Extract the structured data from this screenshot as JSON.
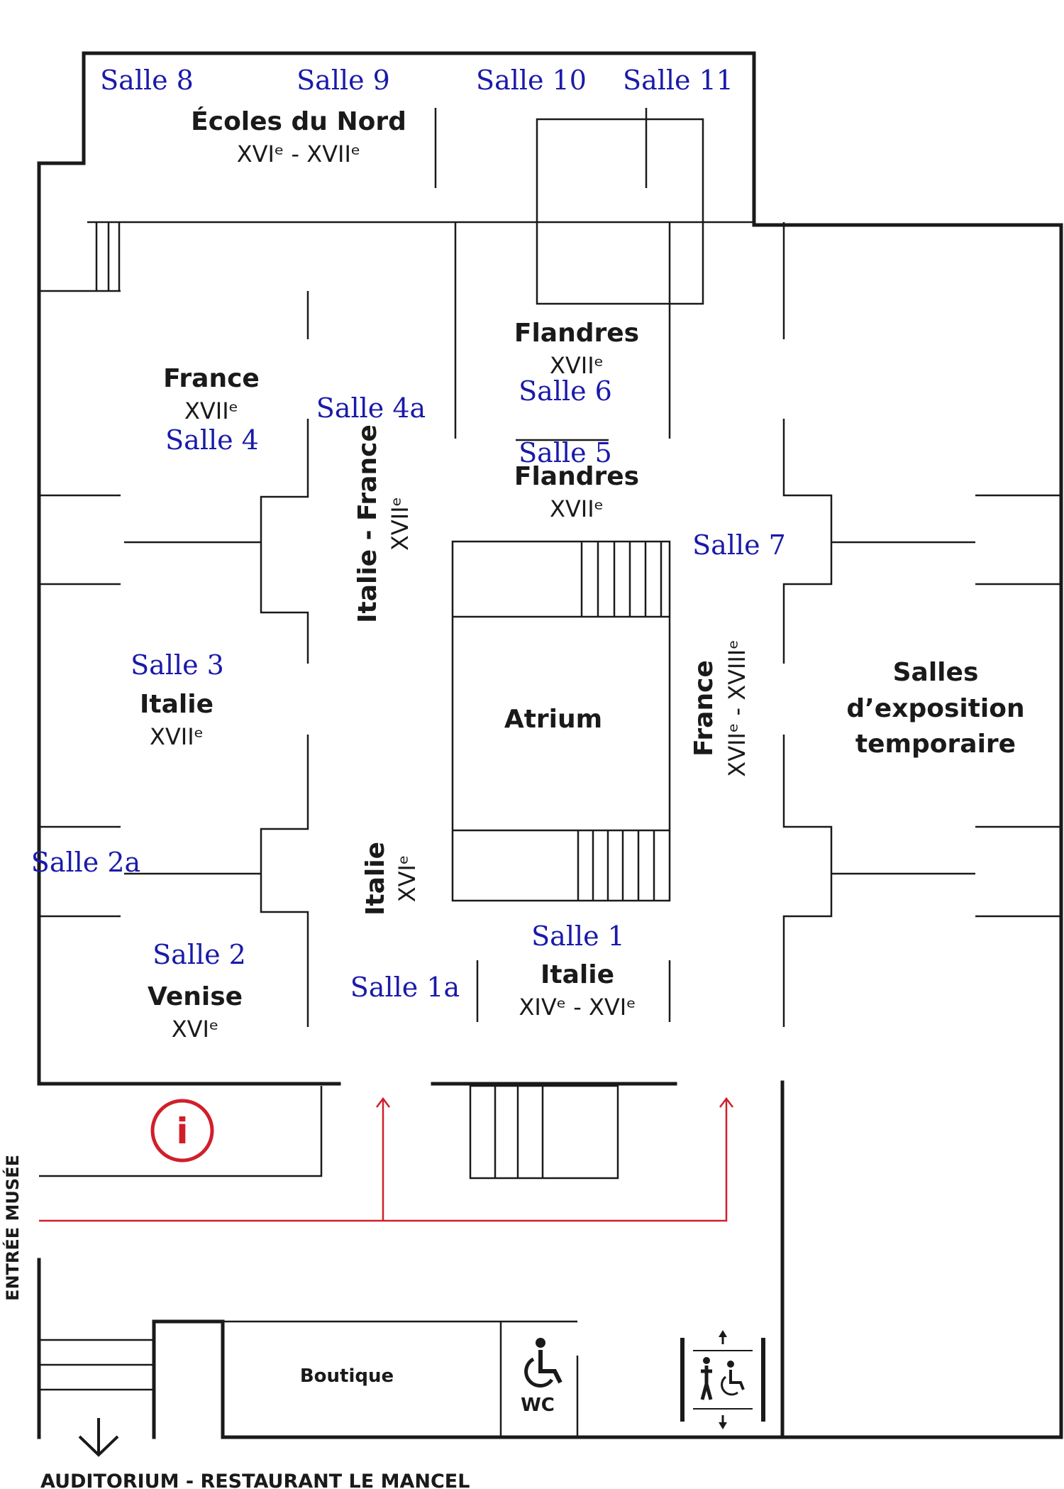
{
  "rooms": {
    "salle_8": "Salle 8",
    "salle_9": "Salle 9",
    "salle_10": "Salle 10",
    "salle_11": "Salle 11",
    "salle_6": "Salle 6",
    "salle_5": "Salle 5",
    "salle_4": "Salle 4",
    "salle_4a": "Salle 4a",
    "salle_7": "Salle 7",
    "salle_3": "Salle 3",
    "salle_2a": "Salle 2a",
    "salle_2": "Salle 2",
    "salle_1a": "Salle 1a",
    "salle_1": "Salle 1"
  },
  "zones": {
    "ecoles_du_nord": {
      "name": "Écoles du Nord",
      "period": "XVIᵉ - XVIIᵉ"
    },
    "flandres_6": {
      "name": "Flandres",
      "period": "XVIIᵉ"
    },
    "flandres_5": {
      "name": "Flandres",
      "period": "XVIIᵉ"
    },
    "france_4": {
      "name": "France",
      "period": "XVIIᵉ"
    },
    "italie_france": {
      "name": "Italie - France",
      "period": "XVIIᵉ"
    },
    "italie_3": {
      "name": "Italie",
      "period": "XVIIᵉ"
    },
    "italie_1a": {
      "name": "Italie",
      "period": "XVIᵉ"
    },
    "italie_1": {
      "name": "Italie",
      "period": "XIVᵉ - XVIᵉ"
    },
    "venise": {
      "name": "Venise",
      "period": "XVIᵉ"
    },
    "france_7": {
      "name": "France",
      "period": "XVIIᵉ - XVIIIᵉ"
    },
    "atrium": {
      "name": "Atrium"
    },
    "temporaire": {
      "line1": "Salles",
      "line2": "d’exposition",
      "line3": "temporaire"
    }
  },
  "services": {
    "info_symbol": "i",
    "boutique": "Boutique",
    "wc": "WC"
  },
  "labels": {
    "entrance": "ENTRÉE MUSÉE",
    "bottom": "AUDITORIUM - RESTAURANT LE MANCEL"
  },
  "icons": [
    "info-icon",
    "wheelchair-icon",
    "elevator-icon",
    "down-arrow-icon",
    "route-arrow-icon"
  ],
  "colors": {
    "room_label": "#1a1aaa",
    "route": "#d11f2a",
    "wall": "#1a1a1a"
  }
}
